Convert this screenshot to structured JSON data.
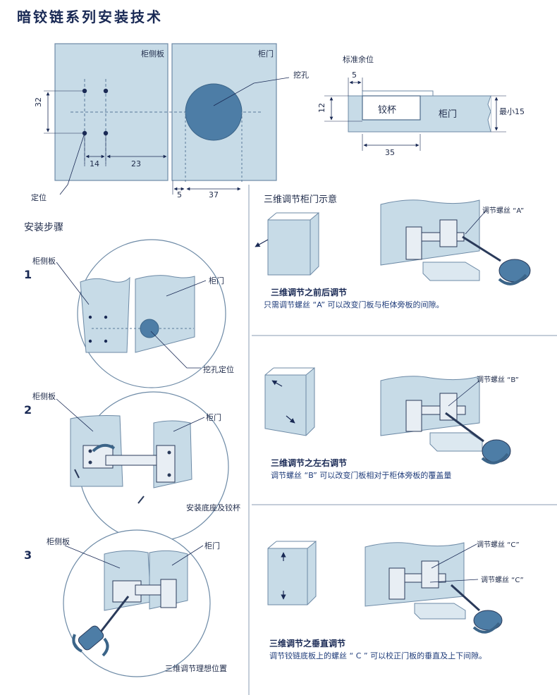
{
  "title": "暗铰链系列安装技术",
  "drill_diagram": {
    "side_panel_label": "柜侧板",
    "door_label": "柜门",
    "hole_label": "挖孔",
    "locate_label": "定位",
    "dim_32": "32",
    "dim_14": "14",
    "dim_23": "23",
    "dim_5": "5",
    "dim_37": "37"
  },
  "section_diagram": {
    "std_margin_label": "标准余位",
    "dim_5": "5",
    "dim_12": "12",
    "cup_label": "铰杯",
    "door_label": "柜门",
    "min_label": "最小15",
    "dim_35": "35"
  },
  "install": {
    "heading": "安装步骤",
    "step1": {
      "num": "1",
      "side_label": "柜侧板",
      "door_label": "柜门",
      "caption": "挖孔定位"
    },
    "step2": {
      "num": "2",
      "side_label": "柜侧板",
      "door_label": "柜门",
      "caption": "安装底座及铰杯"
    },
    "step3": {
      "num": "3",
      "side_label": "柜侧板",
      "door_label": "柜门",
      "caption": "三维调节理想位置"
    }
  },
  "adjust": {
    "heading": "三维调节柜门示意",
    "front_back": {
      "screw_label": "调节螺丝 “A”",
      "title": "三维调节之前后调节",
      "desc": "只需调节螺丝 “A” 可以改变门板与柜体旁板的间隙。"
    },
    "left_right": {
      "screw_label": "调节螺丝 “B”",
      "title": "三维调节之左右调节",
      "desc": "调节螺丝 “B” 可以改变门板相对于柜体旁板的覆盖量"
    },
    "vertical": {
      "screw_label_1": "调节螺丝 “C”",
      "screw_label_2": "调节螺丝 “C”",
      "title": "三维调节之垂直调节",
      "desc": "调节铰链底板上的螺丝 “ C ” 可以校正门板的垂直及上下间隙。"
    }
  },
  "colors": {
    "panel_fill": "#c7dbe7",
    "panel_stroke": "#6d8aa6",
    "hole_fill": "#4d7da6",
    "ink": "#1a2a55",
    "divider": "#8a9bb3"
  }
}
